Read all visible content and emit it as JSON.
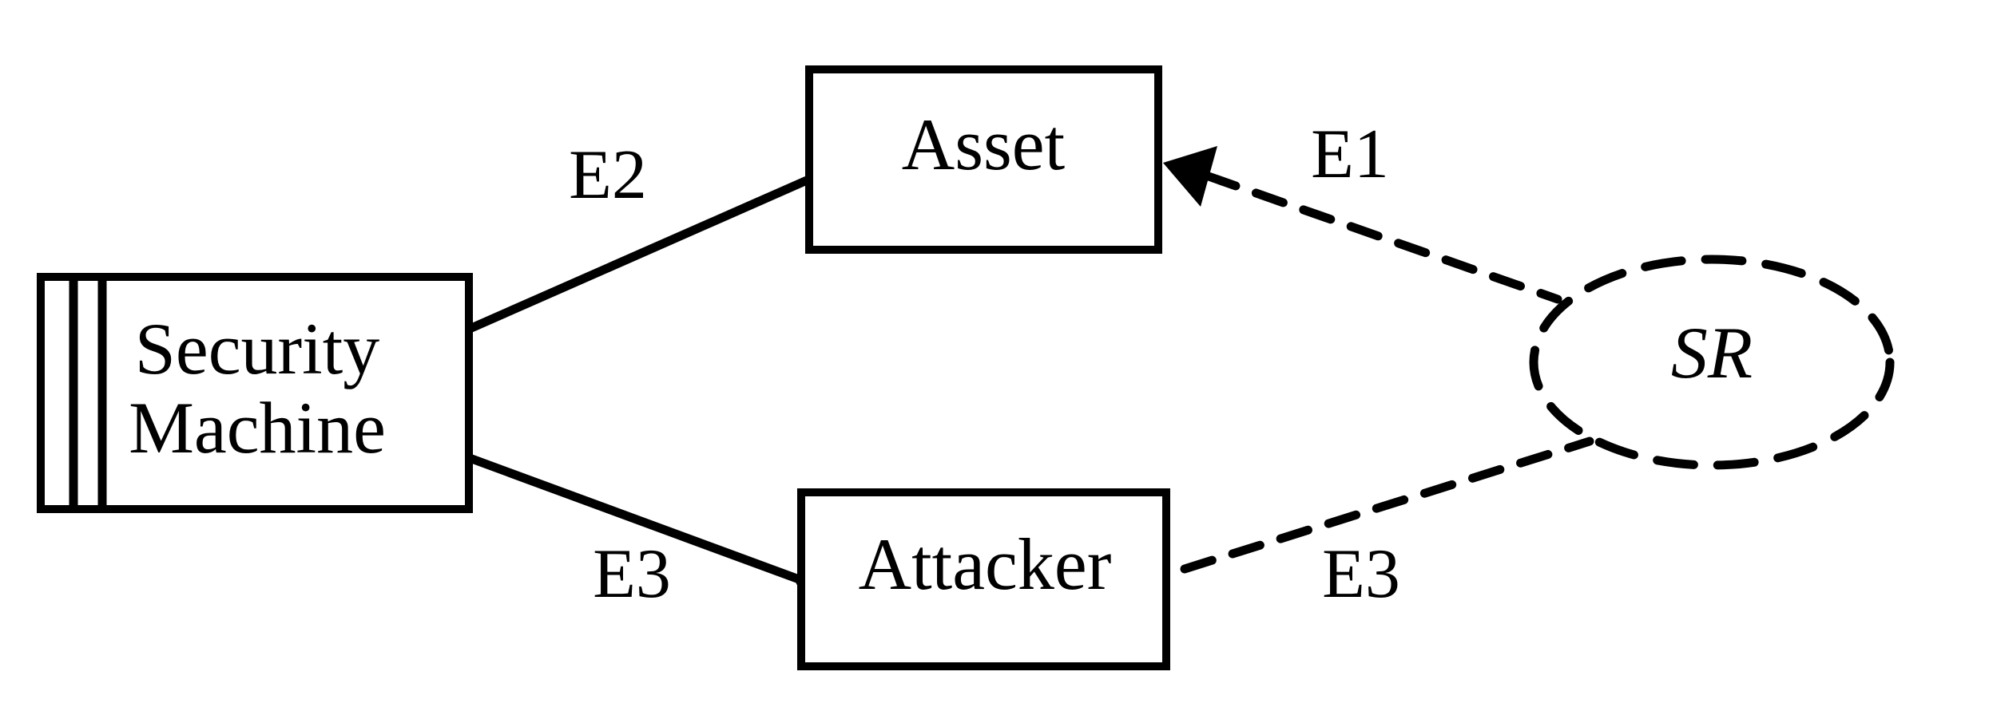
{
  "diagram": {
    "type": "security-requirements-diagram",
    "colors": {
      "ink": "#000000",
      "background": "#ffffff"
    },
    "nodes": {
      "security_machine": {
        "shape": "rectangle-with-double-left-bars",
        "label_line1": "Security",
        "label_line2": "Machine"
      },
      "asset": {
        "shape": "rectangle",
        "label": "Asset"
      },
      "attacker": {
        "shape": "rectangle",
        "label": "Attacker"
      },
      "sr": {
        "shape": "dashed-ellipse",
        "label": "SR"
      }
    },
    "edges": {
      "e2": {
        "label": "E2",
        "style": "solid",
        "from": "security_machine",
        "to": "asset"
      },
      "e3_machine_attacker": {
        "label": "E3",
        "style": "solid",
        "endpoint": "dot",
        "from": "security_machine",
        "to": "attacker"
      },
      "e1": {
        "label": "E1",
        "style": "dashed",
        "endpoint": "filled-arrowhead",
        "from": "sr",
        "to": "asset"
      },
      "e3_attacker_sr": {
        "label": "E3",
        "style": "dashed",
        "from": "attacker",
        "to": "sr"
      }
    }
  }
}
